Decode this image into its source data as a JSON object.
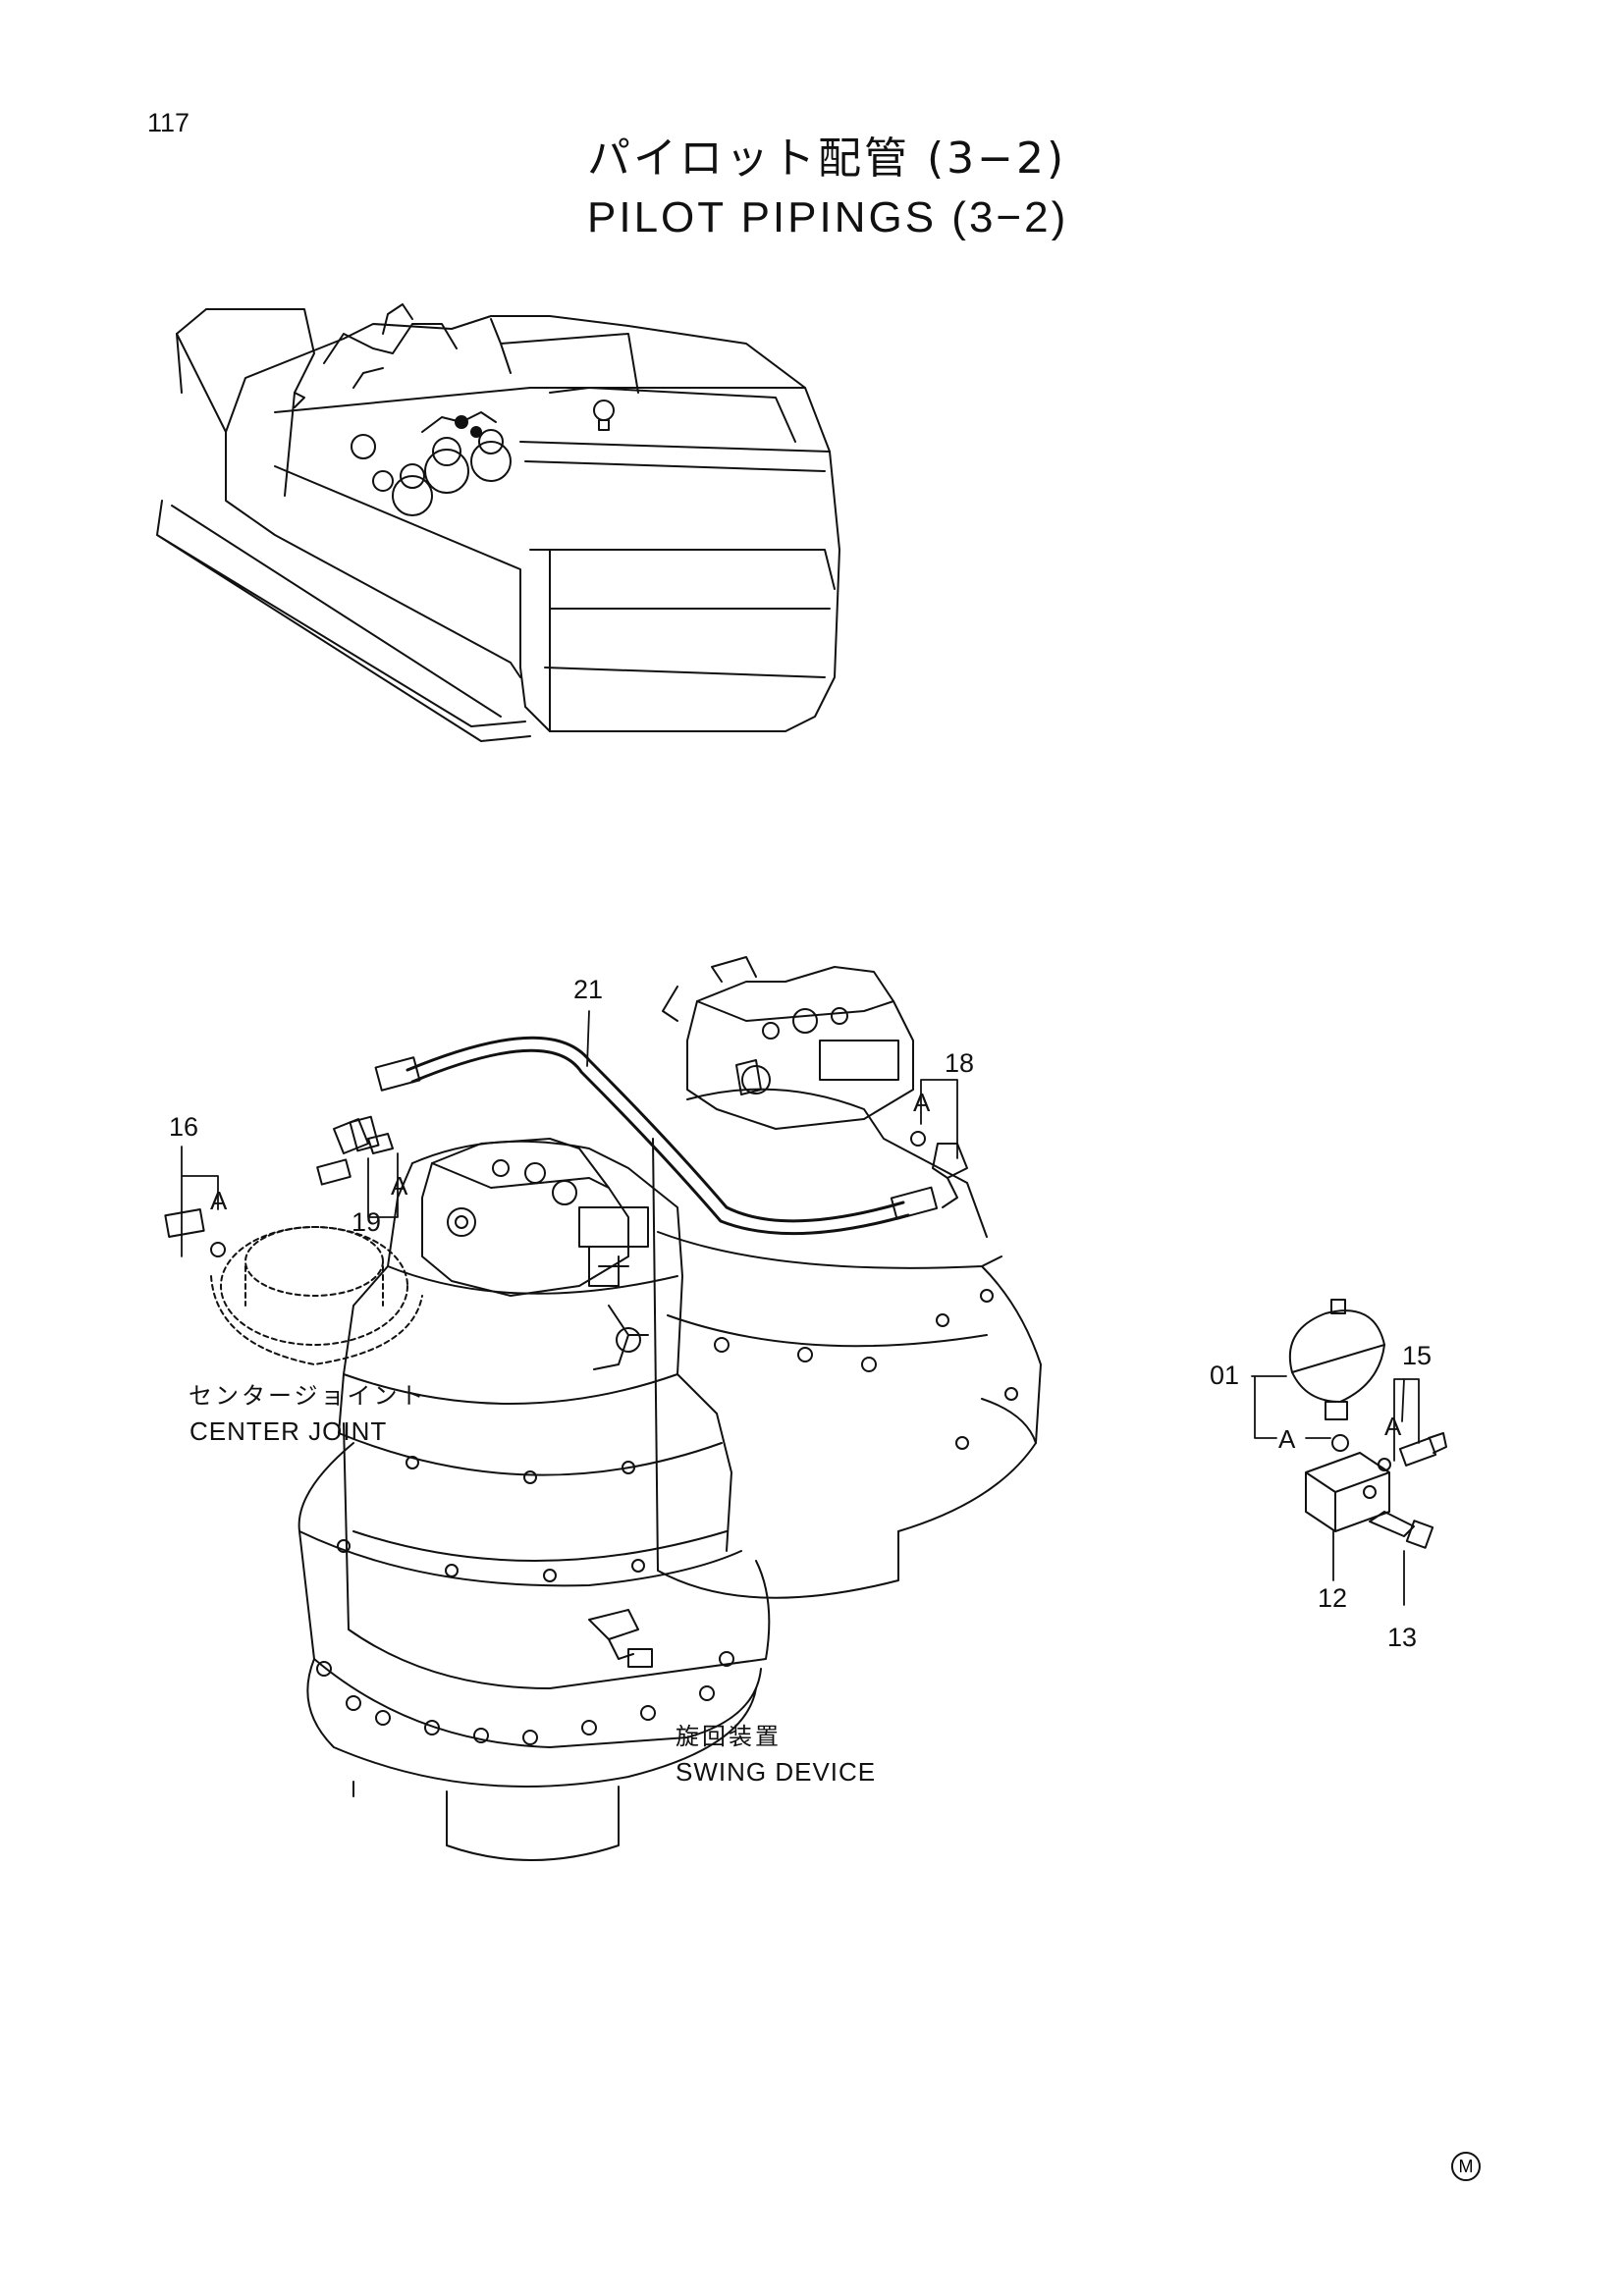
{
  "header": {
    "page_number": "117",
    "title_ja": "パイロット配管 (3−2)",
    "title_en": "PILOT PIPINGS (3−2)"
  },
  "callouts": {
    "c16": "16",
    "c19": "19",
    "c21": "21",
    "c18": "18",
    "c01": "01",
    "c15": "15",
    "c12": "12",
    "c13": "13"
  },
  "markers": {
    "a": "A"
  },
  "labels": {
    "center_joint_ja": "センタージョイント",
    "center_joint_en": "CENTER JOINT",
    "swing_device_ja": "旋回装置",
    "swing_device_en": "SWING DEVICE"
  },
  "footer": {
    "mark": "M"
  }
}
